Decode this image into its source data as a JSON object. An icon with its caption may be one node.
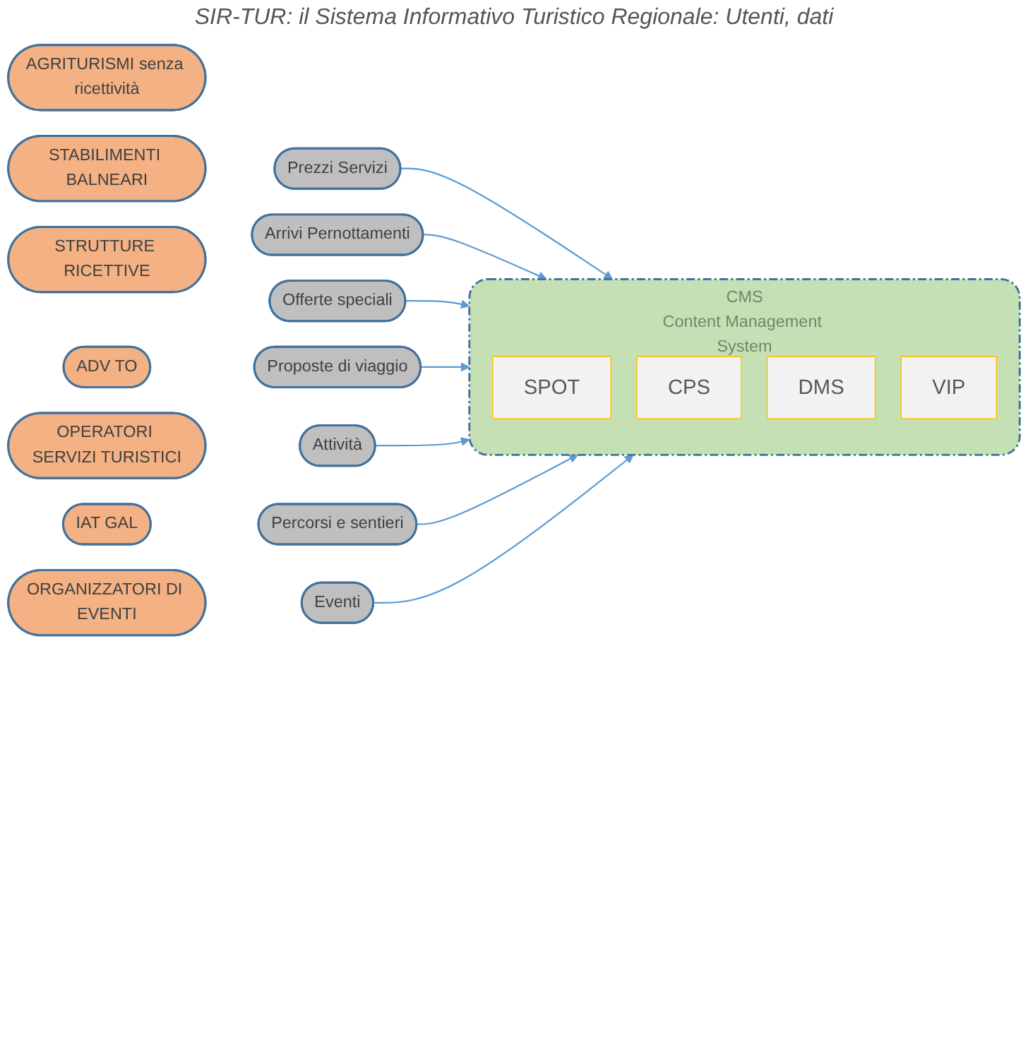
{
  "diagram": {
    "title": "SIR-TUR: il Sistema Informativo Turistico Regionale: Utenti, dati",
    "nodes": [
      {
        "text": [
          "AGRITURISMI senza ricettività"
        ]
      },
      {
        "text": [
          "STABILIMENTI BALNEARI"
        ]
      },
      {
        "text": [
          "STRUTTURE RICETTIVE"
        ]
      },
      {
        "text": [
          "Prezzi Servizi"
        ]
      },
      {
        "text": [
          "Arrivi Pernottamenti"
        ]
      },
      {
        "text": [
          "Offerte speciali"
        ]
      },
      {
        "text": [
          "ADV TO"
        ]
      },
      {
        "text": [
          "Proposte di viaggio"
        ]
      },
      {
        "text": [
          "CMS",
          "Content Management System"
        ]
      },
      {
        "text": [
          "SPOT"
        ],
        "in": 8
      },
      {
        "text": [
          "CPS"
        ],
        "in": 8
      },
      {
        "text": [
          "DMS"
        ],
        "in": 8
      },
      {
        "text": [
          "VIP"
        ],
        "in": 8
      },
      {
        "text": [
          "Attività"
        ]
      },
      {
        "text": [
          "OPERATORI SERVIZI TURISTICI"
        ]
      },
      {
        "text": [
          "IAT GAL"
        ]
      },
      {
        "text": [
          "Percorsi e sentieri"
        ]
      },
      {
        "text": [
          "Eventi"
        ]
      },
      {
        "text": [
          "ORGANIZZATORI DI EVENTI"
        ]
      }
    ],
    "edges": [
      {
        "from": 3,
        "to": 8,
        "arrow": "to"
      },
      {
        "from": 4,
        "to": 8,
        "arrow": "to"
      },
      {
        "from": 5,
        "to": 8,
        "arrow": "to"
      },
      {
        "from": 7,
        "to": 8,
        "arrow": "to"
      },
      {
        "from": 13,
        "to": 8,
        "arrow": "to"
      },
      {
        "from": 16,
        "to": 8,
        "arrow": "to"
      },
      {
        "from": 17,
        "to": 8,
        "arrow": "to"
      }
    ]
  }
}
